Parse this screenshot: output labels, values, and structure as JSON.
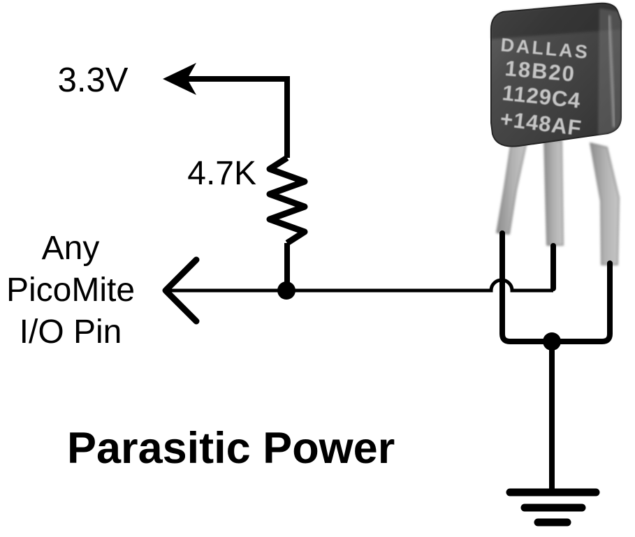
{
  "diagram": {
    "title": "Parasitic Power",
    "supply_label": "3.3V",
    "resistor_label": "4.7K",
    "io_pin_label": {
      "line1": "Any",
      "line2": "PicoMite",
      "line3": "I/O Pin"
    },
    "chip_marking": {
      "line1": "DALLAS",
      "line2": "18B20",
      "line3": "1129C4",
      "line4": "+148AF"
    },
    "colors": {
      "background": "#ffffff",
      "wire": "#000000",
      "label_text": "#000000",
      "chip_body": "#454545",
      "chip_text": "#c6c6c6",
      "chip_leg": "#a8a8a8"
    }
  }
}
